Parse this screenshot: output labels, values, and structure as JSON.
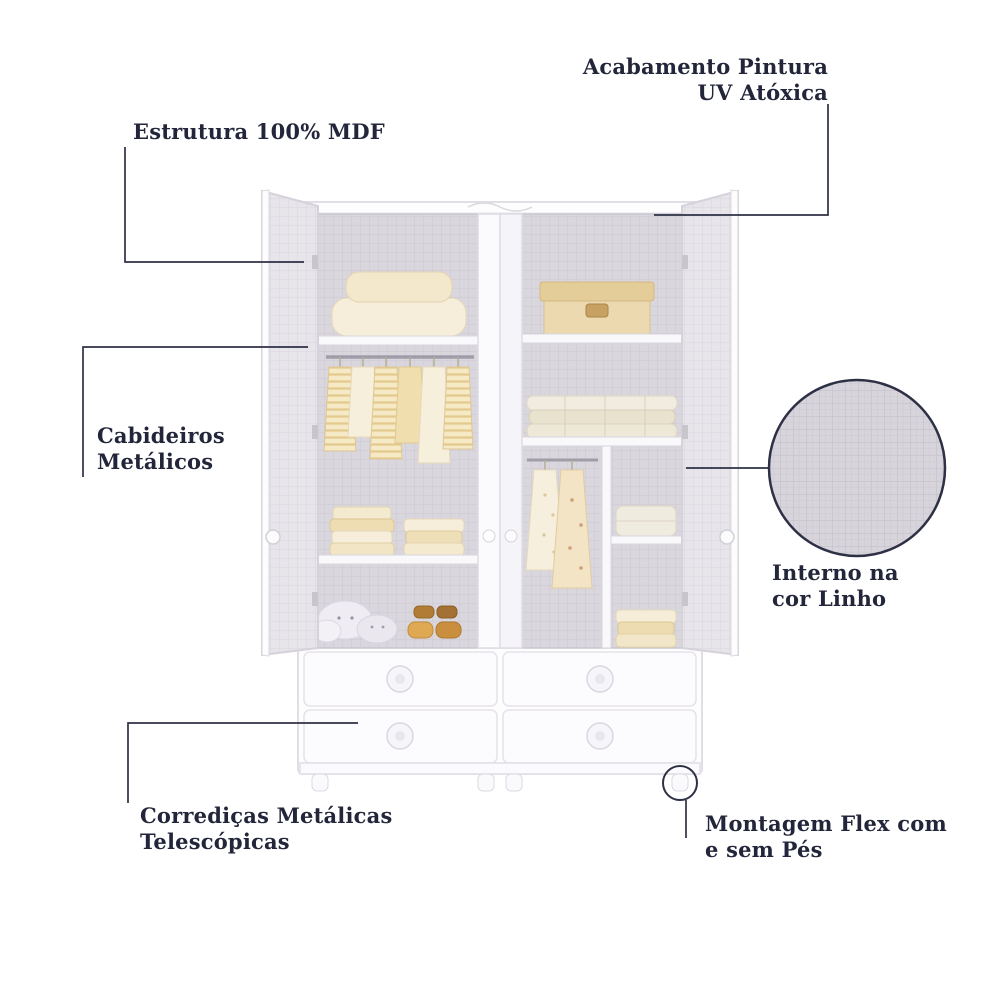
{
  "labels": {
    "finish": {
      "line1": "Acabamento Pintura",
      "line2": "UV Atóxica"
    },
    "structure": {
      "line1": "Estrutura 100% MDF"
    },
    "hangers": {
      "line1": "Cabideiros",
      "line2": "Metálicos"
    },
    "interior_color": {
      "line1": "Interno na",
      "line2": "cor Linho"
    },
    "drawer_slides": {
      "line1": "Corrediças Metálicas",
      "line2": "Telescópicas"
    },
    "assembly": {
      "line1": "Montagem Flex com",
      "line2": "e sem Pés"
    }
  },
  "colors": {
    "label_text": "#23263a",
    "callout_line": "#2e3146",
    "furniture_white": "#fdfdfe",
    "linen_interior": "#dad6dd",
    "linen_inset": "#d8d4db",
    "clothes_cream": "#f5e9c6",
    "clothes_stripe": "#e3c98c",
    "box_beige": "#ecd9b0",
    "shoe_mustard": "#dfa852"
  }
}
